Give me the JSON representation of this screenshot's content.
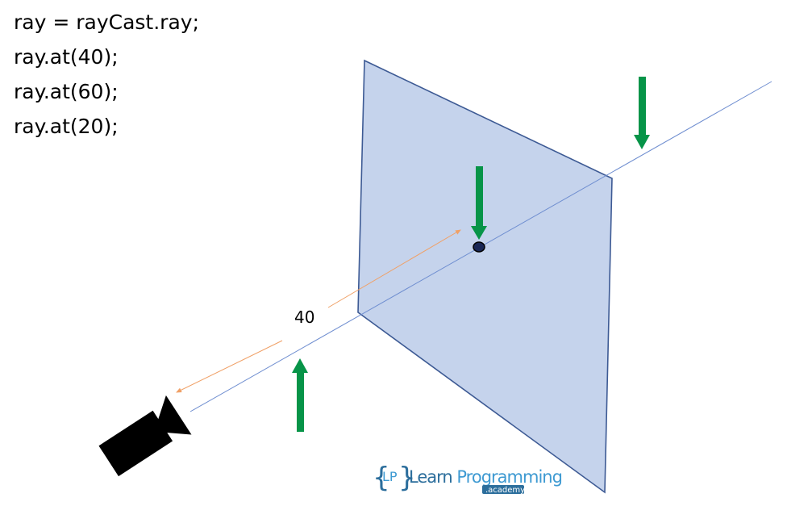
{
  "code_lines": [
    "ray = rayCast.ray;",
    "ray.at(40);",
    "ray.at(60);",
    "ray.at(20);"
  ],
  "distance_label": "40",
  "logo": {
    "brace_open": "{",
    "brace_close": "}",
    "initials": "LP",
    "text_part1": "Learn",
    "text_part2": "Programming",
    "sub_text": ".academy"
  },
  "colors": {
    "plane_fill": "#c5d3ec",
    "plane_stroke": "#3d5a94",
    "ray_line": "#6f8ed0",
    "distance_arrow": "#f0a066",
    "marker_arrows": "#079448",
    "camera": "#000000",
    "logo_primary": "#2c6e9c",
    "logo_secondary": "#3e9ad2"
  },
  "icons": {
    "camera": "video-camera-icon",
    "markers": "down-arrow-icon / up-arrow-icon"
  }
}
